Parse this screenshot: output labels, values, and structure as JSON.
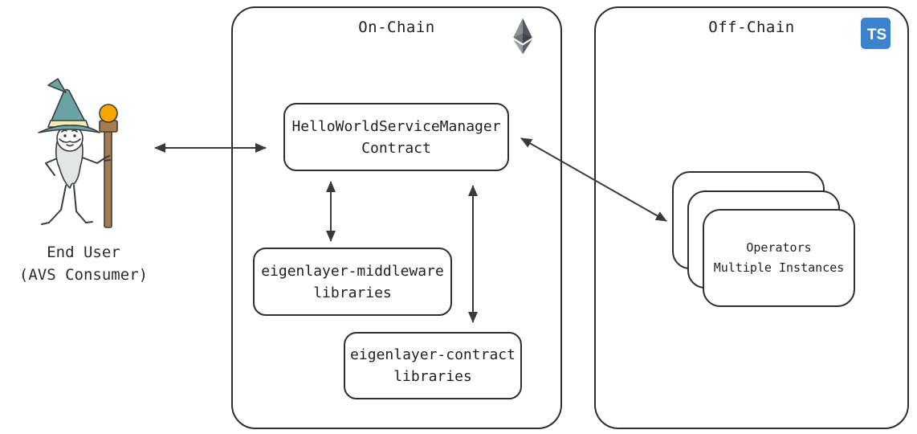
{
  "on_chain": {
    "title": "On-Chain",
    "service_manager": {
      "line1": "HelloWorldServiceManager",
      "line2": "Contract"
    },
    "middleware": {
      "line1": "eigenlayer-middleware",
      "line2": "libraries"
    },
    "contract_libraries": {
      "line1": "eigenlayer-contract",
      "line2": "libraries"
    }
  },
  "off_chain": {
    "title": "Off-Chain",
    "ts_badge": "TS",
    "operators": {
      "line1": "Operators",
      "line2": "Multiple Instances"
    }
  },
  "end_user": {
    "line1": "End User",
    "line2": "(AVS Consumer)"
  },
  "icons": {
    "ethereum": "ethereum-icon",
    "typescript": "typescript-icon",
    "wizard": "wizard-end-user-illustration"
  },
  "colors": {
    "border": "#2e2e2e",
    "arrow": "#3a3a3a",
    "ts_blue": "#3d82cd",
    "hat_teal": "#6ba3a4",
    "hat_band": "#f1eeb2",
    "staff_brown": "#a67c4f",
    "orb_orange": "#f7a600",
    "beard_gray": "#e1e5e4"
  }
}
